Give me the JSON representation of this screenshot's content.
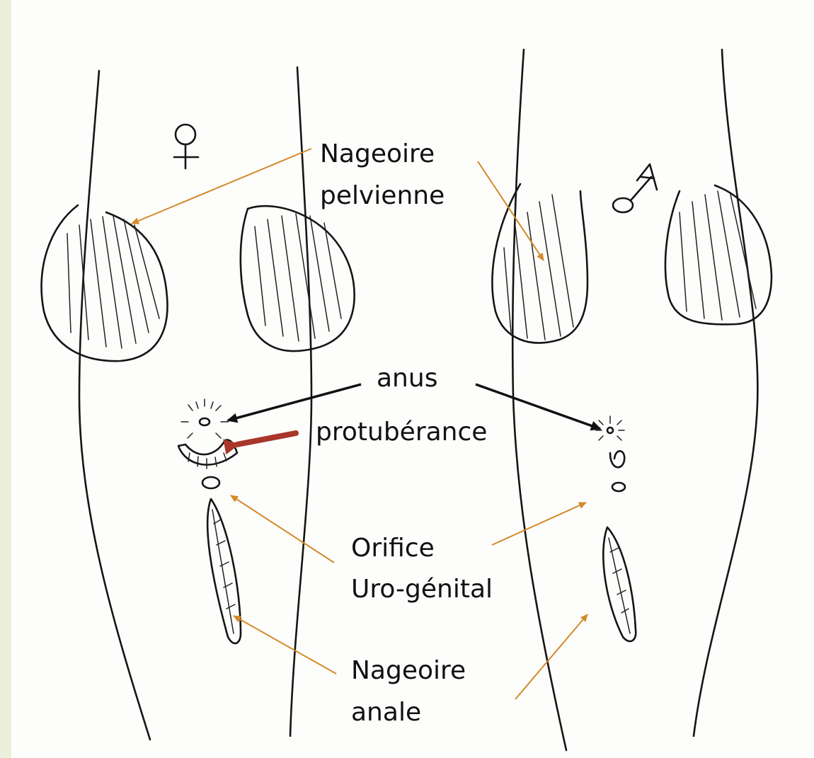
{
  "labels": {
    "pelvic_fin_line1": "Nageoire",
    "pelvic_fin_line2": "pelvienne",
    "anus": "anus",
    "protuberance": "protubérance",
    "urogenital_line1": "Orifice",
    "urogenital_line2": "Uro-génital",
    "anal_fin_line1": "Nageoire",
    "anal_fin_line2": "anale"
  },
  "colors": {
    "leader_orange": "#d38a2a",
    "leader_black": "#111111",
    "leader_red": "#a8362a",
    "paper": "#fdfdfb",
    "margin": "#ecefdc"
  },
  "symbols": {
    "female": "female-symbol-icon",
    "male": "male-symbol-icon"
  }
}
